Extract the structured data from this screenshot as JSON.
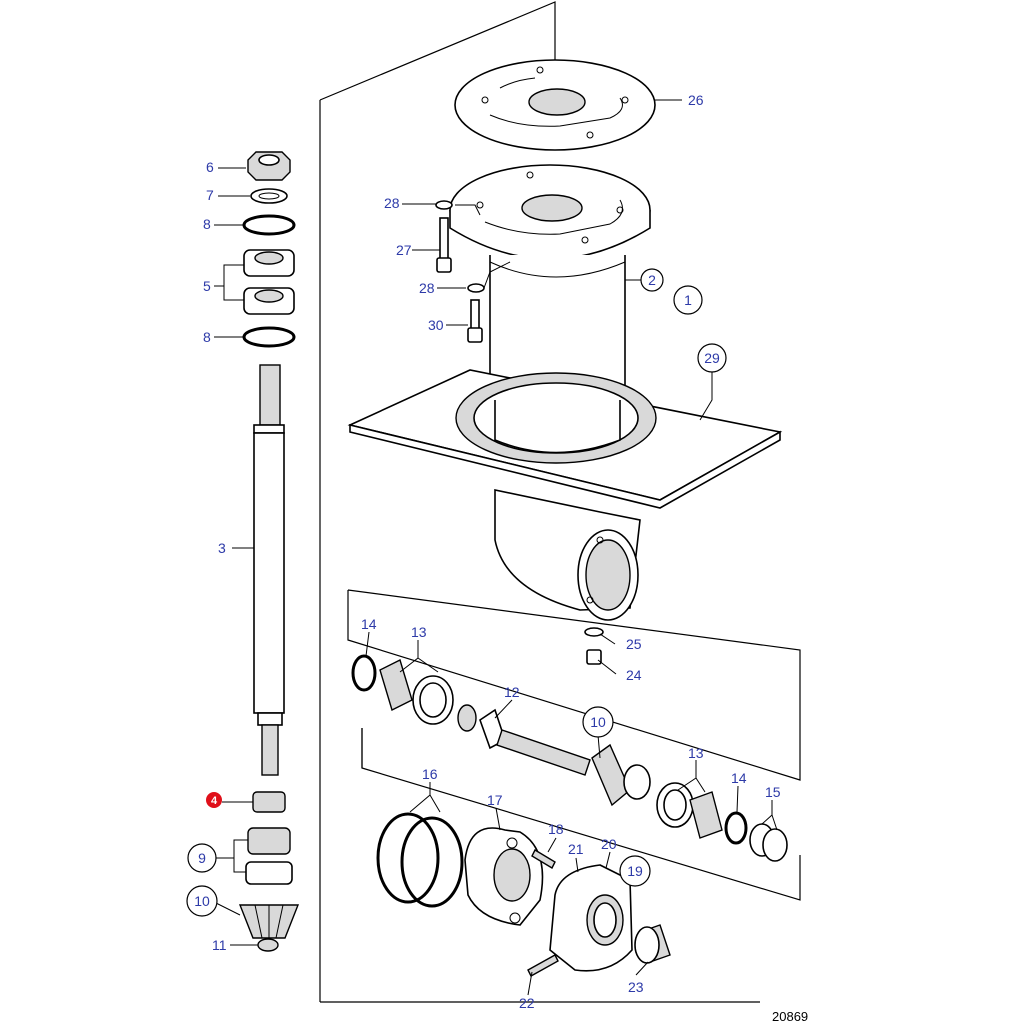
{
  "diagram": {
    "reference_number": "20869",
    "highlight_color": "#e0101a",
    "label_color": "#2d3aa8",
    "callouts": {
      "c1": "1",
      "c2": "2",
      "c3": "3",
      "c4": "4",
      "c5": "5",
      "c6": "6",
      "c7": "7",
      "c8a": "8",
      "c8b": "8",
      "c9": "9",
      "c10a": "10",
      "c10b": "10",
      "c11": "11",
      "c12": "12",
      "c13a": "13",
      "c13b": "13",
      "c14a": "14",
      "c14b": "14",
      "c15": "15",
      "c16": "16",
      "c17": "17",
      "c18": "18",
      "c19": "19",
      "c20": "20",
      "c21": "21",
      "c22": "22",
      "c23": "23",
      "c24": "24",
      "c25": "25",
      "c26": "26",
      "c27": "27",
      "c28a": "28",
      "c28b": "28",
      "c29": "29",
      "c30": "30"
    }
  }
}
